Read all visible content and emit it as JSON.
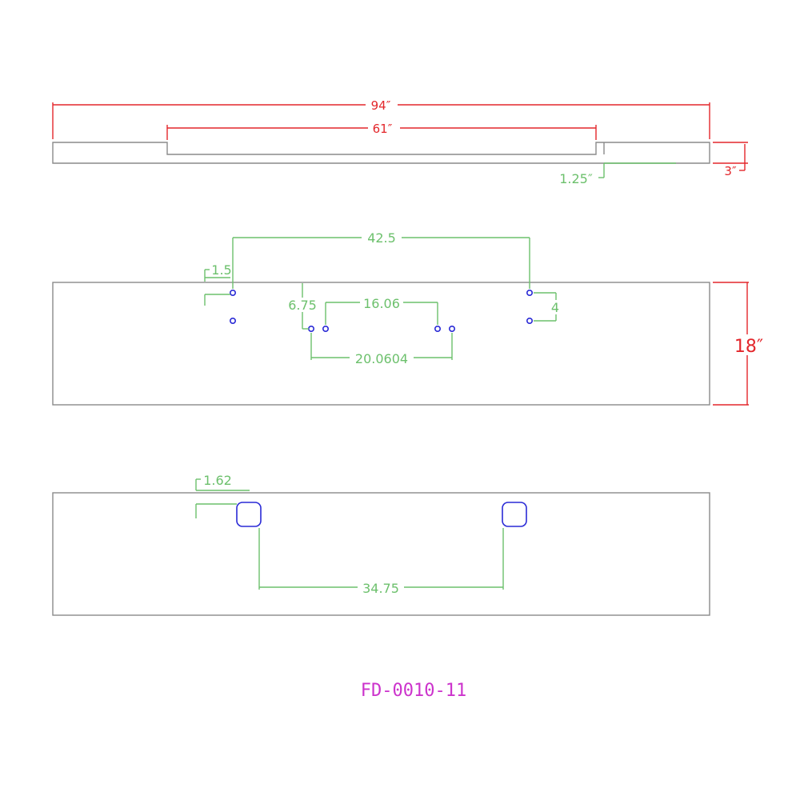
{
  "part_number": "FD-0010-11",
  "dimensions": {
    "overall_length": "94″",
    "center_section": "61″",
    "step": "1.25″",
    "depth": "3″",
    "height": "18″",
    "top_hole_span": "42.5",
    "top_hole_edge": "1.5",
    "hole_drop": "6.75",
    "inner_hole_span": "16.06",
    "outer_hole_span": "20.0604",
    "hole_pair_spacing": "4",
    "slot_edge": "1.62",
    "slot_span": "34.75"
  },
  "colors": {
    "outline": "#8a8a8a",
    "overall_dims": "#e3262b",
    "hole_dims": "#6cc06c",
    "holes": "#2a2ad6",
    "part_number": "#cc33cc"
  }
}
